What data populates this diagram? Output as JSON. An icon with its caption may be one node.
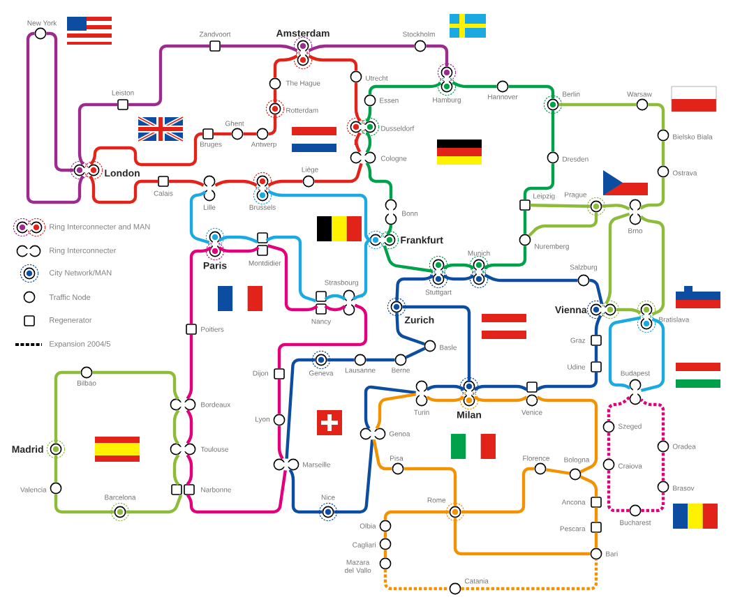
{
  "diagram": {
    "nodes": [
      {
        "text": [
          "New York"
        ]
      },
      {
        "text": [
          "Leiston"
        ]
      },
      {
        "text": [
          "Zandvoort"
        ]
      },
      {
        "text": [
          "Amsterdam"
        ]
      },
      {
        "text": [
          "Stockholm"
        ]
      },
      {
        "text": [
          "Hamburg"
        ]
      },
      {
        "text": [
          "London"
        ]
      },
      {
        "text": [
          "Calais"
        ]
      },
      {
        "text": [
          "Bruges"
        ]
      },
      {
        "text": [
          "Ghent"
        ]
      },
      {
        "text": [
          "Antwerp"
        ]
      },
      {
        "text": [
          "Rotterdam"
        ]
      },
      {
        "text": [
          "The Hague"
        ]
      },
      {
        "text": [
          "Utrecht"
        ]
      },
      {
        "text": [
          "Essen"
        ]
      },
      {
        "text": [
          "Dusseldorf"
        ]
      },
      {
        "text": [
          "Cologne"
        ]
      },
      {
        "text": [
          "Liège"
        ]
      },
      {
        "text": [
          "Brussels"
        ]
      },
      {
        "text": [
          "Lille"
        ]
      },
      {
        "text": [
          "Bonn"
        ]
      },
      {
        "text": [
          "Frankfurt"
        ]
      },
      {
        "text": [
          "Paris"
        ]
      },
      {
        "text": [
          "Montdidier"
        ]
      },
      {
        "text": [
          "Strasbourg"
        ]
      },
      {
        "text": [
          "Nancy"
        ]
      },
      {
        "text": [
          "Hannover"
        ]
      },
      {
        "text": [
          "Berlin"
        ]
      },
      {
        "text": [
          "Warsaw"
        ]
      },
      {
        "text": [
          "Bielsko Biala"
        ]
      },
      {
        "text": [
          "Ostrava"
        ]
      },
      {
        "text": [
          "Dresden"
        ]
      },
      {
        "text": [
          "Leipzig"
        ]
      },
      {
        "text": [
          "Prague"
        ]
      },
      {
        "text": [
          "Brno"
        ]
      },
      {
        "text": [
          "Nuremberg"
        ]
      },
      {
        "text": [
          "Munich"
        ]
      },
      {
        "text": [
          "Stuttgart"
        ]
      },
      {
        "text": [
          "Salzburg"
        ]
      },
      {
        "text": [
          "Vienna"
        ]
      },
      {
        "text": [
          "Bratislava"
        ]
      },
      {
        "text": [
          "Zurich"
        ]
      },
      {
        "text": [
          "Basle"
        ]
      },
      {
        "text": [
          "Berne"
        ]
      },
      {
        "text": [
          "Lausanne"
        ]
      },
      {
        "text": [
          "Geneva"
        ]
      },
      {
        "text": [
          "Graz"
        ]
      },
      {
        "text": [
          "Udine"
        ]
      },
      {
        "text": [
          "Budapest"
        ]
      },
      {
        "text": [
          "Turin"
        ]
      },
      {
        "text": [
          "Milan"
        ]
      },
      {
        "text": [
          "Venice"
        ]
      },
      {
        "text": [
          "Dijon"
        ]
      },
      {
        "text": [
          "Lyon"
        ]
      },
      {
        "text": [
          "Marseille"
        ]
      },
      {
        "text": [
          "Nice"
        ]
      },
      {
        "text": [
          "Poitiers"
        ]
      },
      {
        "text": [
          "Bordeaux"
        ]
      },
      {
        "text": [
          "Toulouse"
        ]
      },
      {
        "text": [
          "Narbonne"
        ]
      },
      {
        "text": [
          "Bilbao"
        ]
      },
      {
        "text": [
          "Madrid"
        ]
      },
      {
        "text": [
          "Valencia"
        ]
      },
      {
        "text": [
          "Barcelona"
        ]
      },
      {
        "text": [
          "Genoa"
        ]
      },
      {
        "text": [
          "Pisa"
        ]
      },
      {
        "text": [
          "Rome"
        ]
      },
      {
        "text": [
          "Florence"
        ]
      },
      {
        "text": [
          "Bologna"
        ]
      },
      {
        "text": [
          "Ancona"
        ]
      },
      {
        "text": [
          "Pescara"
        ]
      },
      {
        "text": [
          "Bari"
        ]
      },
      {
        "text": [
          "Olbia"
        ]
      },
      {
        "text": [
          "Cagliari"
        ]
      },
      {
        "text": [
          "Mazara del Vallo"
        ]
      },
      {
        "text": [
          "Catania"
        ]
      },
      {
        "text": [
          "Szeged"
        ]
      },
      {
        "text": [
          "Oradea"
        ]
      },
      {
        "text": [
          "Craiova"
        ]
      },
      {
        "text": [
          "Brasov"
        ]
      },
      {
        "text": [
          "Bucharest"
        ]
      }
    ],
    "edges": [
      {
        "from": 0,
        "to": 6,
        "arrow": "none",
        "color": "#9c2b8e"
      },
      {
        "from": 0,
        "to": 6,
        "arrow": "none",
        "color": "#9c2b8e"
      },
      {
        "from": 6,
        "to": 1,
        "arrow": "none",
        "color": "#9c2b8e"
      },
      {
        "from": 1,
        "to": 2,
        "arrow": "none",
        "color": "#9c2b8e"
      },
      {
        "from": 2,
        "to": 3,
        "arrow": "none",
        "color": "#9c2b8e"
      },
      {
        "from": 3,
        "to": 4,
        "arrow": "none",
        "color": "#9c2b8e"
      },
      {
        "from": 4,
        "to": 5,
        "arrow": "none",
        "color": "#9c2b8e"
      },
      {
        "from": 6,
        "to": 8,
        "arrow": "none",
        "color": "#e2231a"
      },
      {
        "from": 8,
        "to": 9,
        "arrow": "none",
        "color": "#e2231a"
      },
      {
        "from": 9,
        "to": 10,
        "arrow": "none",
        "color": "#e2231a"
      },
      {
        "from": 10,
        "to": 11,
        "arrow": "none",
        "color": "#e2231a"
      },
      {
        "from": 11,
        "to": 12,
        "arrow": "none",
        "color": "#e2231a"
      },
      {
        "from": 12,
        "to": 3,
        "arrow": "none",
        "color": "#e2231a"
      },
      {
        "from": 3,
        "to": 13,
        "arrow": "none",
        "color": "#e2231a"
      },
      {
        "from": 13,
        "to": 15,
        "arrow": "none",
        "color": "#e2231a"
      },
      {
        "from": 15,
        "to": 16,
        "arrow": "none",
        "color": "#e2231a"
      },
      {
        "from": 16,
        "to": 17,
        "arrow": "none",
        "color": "#e2231a"
      },
      {
        "from": 17,
        "to": 18,
        "arrow": "none",
        "color": "#e2231a"
      },
      {
        "from": 18,
        "to": 19,
        "arrow": "none",
        "color": "#e2231a"
      },
      {
        "from": 19,
        "to": 7,
        "arrow": "none",
        "color": "#e2231a"
      },
      {
        "from": 7,
        "to": 6,
        "arrow": "none",
        "color": "#e2231a"
      },
      {
        "from": 18,
        "to": 21,
        "arrow": "none",
        "color": "#1ba9e1"
      },
      {
        "from": 21,
        "to": 24,
        "arrow": "none",
        "color": "#1ba9e1"
      },
      {
        "from": 24,
        "to": 25,
        "arrow": "none",
        "color": "#1ba9e1"
      },
      {
        "from": 25,
        "to": 23,
        "arrow": "none",
        "color": "#1ba9e1"
      },
      {
        "from": 23,
        "to": 22,
        "arrow": "none",
        "color": "#1ba9e1"
      },
      {
        "from": 22,
        "to": 19,
        "arrow": "none",
        "color": "#1ba9e1"
      },
      {
        "from": 22,
        "to": 23,
        "arrow": "none",
        "color": "#e4007d"
      },
      {
        "from": 23,
        "to": 25,
        "arrow": "none",
        "color": "#e4007d"
      },
      {
        "from": 25,
        "to": 24,
        "arrow": "none",
        "color": "#e4007d"
      },
      {
        "from": 24,
        "to": 52,
        "arrow": "none",
        "color": "#e4007d"
      },
      {
        "from": 52,
        "to": 53,
        "arrow": "none",
        "color": "#e4007d"
      },
      {
        "from": 53,
        "to": 54,
        "arrow": "none",
        "color": "#e4007d"
      },
      {
        "from": 54,
        "to": 59,
        "arrow": "none",
        "color": "#e4007d"
      },
      {
        "from": 59,
        "to": 58,
        "arrow": "none",
        "color": "#e4007d"
      },
      {
        "from": 58,
        "to": 57,
        "arrow": "none",
        "color": "#e4007d"
      },
      {
        "from": 57,
        "to": 56,
        "arrow": "none",
        "color": "#e4007d"
      },
      {
        "from": 56,
        "to": 22,
        "arrow": "none",
        "color": "#e4007d"
      },
      {
        "from": 60,
        "to": 57,
        "arrow": "none",
        "color": "#8dbb3a"
      },
      {
        "from": 57,
        "to": 58,
        "arrow": "none",
        "color": "#8dbb3a"
      },
      {
        "from": 58,
        "to": 59,
        "arrow": "none",
        "color": "#8dbb3a"
      },
      {
        "from": 59,
        "to": 63,
        "arrow": "none",
        "color": "#8dbb3a"
      },
      {
        "from": 63,
        "to": 62,
        "arrow": "none",
        "color": "#8dbb3a"
      },
      {
        "from": 62,
        "to": 61,
        "arrow": "none",
        "color": "#8dbb3a"
      },
      {
        "from": 61,
        "to": 60,
        "arrow": "none",
        "color": "#8dbb3a"
      },
      {
        "from": 5,
        "to": 26,
        "arrow": "none",
        "color": "#00a14b"
      },
      {
        "from": 26,
        "to": 27,
        "arrow": "none",
        "color": "#00a14b"
      },
      {
        "from": 27,
        "to": 31,
        "arrow": "none",
        "color": "#00a14b"
      },
      {
        "from": 31,
        "to": 32,
        "arrow": "none",
        "color": "#00a14b"
      },
      {
        "from": 32,
        "to": 35,
        "arrow": "none",
        "color": "#00a14b"
      },
      {
        "from": 35,
        "to": 36,
        "arrow": "none",
        "color": "#00a14b"
      },
      {
        "from": 36,
        "to": 37,
        "arrow": "none",
        "color": "#00a14b"
      },
      {
        "from": 37,
        "to": 21,
        "arrow": "none",
        "color": "#00a14b"
      },
      {
        "from": 21,
        "to": 20,
        "arrow": "none",
        "color": "#00a14b"
      },
      {
        "from": 20,
        "to": 16,
        "arrow": "none",
        "color": "#00a14b"
      },
      {
        "from": 16,
        "to": 15,
        "arrow": "none",
        "color": "#00a14b"
      },
      {
        "from": 15,
        "to": 14,
        "arrow": "none",
        "color": "#00a14b"
      },
      {
        "from": 14,
        "to": 5,
        "arrow": "none",
        "color": "#00a14b"
      },
      {
        "from": 27,
        "to": 28,
        "arrow": "none",
        "color": "#8dbb3a"
      },
      {
        "from": 28,
        "to": 29,
        "arrow": "none",
        "color": "#8dbb3a"
      },
      {
        "from": 29,
        "to": 30,
        "arrow": "none",
        "color": "#8dbb3a"
      },
      {
        "from": 30,
        "to": 34,
        "arrow": "none",
        "color": "#8dbb3a"
      },
      {
        "from": 34,
        "to": 33,
        "arrow": "none",
        "color": "#8dbb3a"
      },
      {
        "from": 33,
        "to": 32,
        "arrow": "none",
        "color": "#8dbb3a"
      },
      {
        "from": 33,
        "to": 35,
        "arrow": "none",
        "color": "#8dbb3a"
      },
      {
        "from": 34,
        "to": 39,
        "arrow": "none",
        "color": "#8dbb3a"
      },
      {
        "from": 39,
        "to": 40,
        "arrow": "none",
        "color": "#8dbb3a"
      },
      {
        "from": 40,
        "to": 34,
        "arrow": "none",
        "color": "#8dbb3a"
      },
      {
        "from": 40,
        "to": 48,
        "arrow": "none",
        "color": "#1ba9e1"
      },
      {
        "from": 48,
        "to": 40,
        "arrow": "none",
        "color": "#1ba9e1"
      },
      {
        "from": 37,
        "to": 36,
        "arrow": "none",
        "color": "#0c4da2"
      },
      {
        "from": 36,
        "to": 38,
        "arrow": "none",
        "color": "#0c4da2"
      },
      {
        "from": 38,
        "to": 39,
        "arrow": "none",
        "color": "#0c4da2"
      },
      {
        "from": 39,
        "to": 46,
        "arrow": "none",
        "color": "#0c4da2"
      },
      {
        "from": 46,
        "to": 47,
        "arrow": "none",
        "color": "#0c4da2"
      },
      {
        "from": 47,
        "to": 51,
        "arrow": "none",
        "color": "#0c4da2"
      },
      {
        "from": 51,
        "to": 50,
        "arrow": "none",
        "color": "#0c4da2"
      },
      {
        "from": 50,
        "to": 49,
        "arrow": "none",
        "color": "#0c4da2"
      },
      {
        "from": 49,
        "to": 64,
        "arrow": "none",
        "color": "#0c4da2"
      },
      {
        "from": 64,
        "to": 55,
        "arrow": "none",
        "color": "#0c4da2"
      },
      {
        "from": 55,
        "to": 54,
        "arrow": "none",
        "color": "#0c4da2"
      },
      {
        "from": 54,
        "to": 45,
        "arrow": "none",
        "color": "#0c4da2"
      },
      {
        "from": 45,
        "to": 44,
        "arrow": "none",
        "color": "#0c4da2"
      },
      {
        "from": 44,
        "to": 43,
        "arrow": "none",
        "color": "#0c4da2"
      },
      {
        "from": 43,
        "to": 42,
        "arrow": "none",
        "color": "#0c4da2"
      },
      {
        "from": 42,
        "to": 41,
        "arrow": "none",
        "color": "#0c4da2"
      },
      {
        "from": 41,
        "to": 37,
        "arrow": "none",
        "color": "#0c4da2"
      },
      {
        "from": 41,
        "to": 50,
        "arrow": "none",
        "color": "#0c4da2"
      },
      {
        "from": 50,
        "to": 49,
        "arrow": "none",
        "color": "#f39200"
      },
      {
        "from": 49,
        "to": 64,
        "arrow": "none",
        "color": "#f39200"
      },
      {
        "from": 64,
        "to": 65,
        "arrow": "none",
        "color": "#f39200"
      },
      {
        "from": 65,
        "to": 66,
        "arrow": "none",
        "color": "#f39200"
      },
      {
        "from": 66,
        "to": 67,
        "arrow": "none",
        "color": "#f39200"
      },
      {
        "from": 67,
        "to": 68,
        "arrow": "none",
        "color": "#f39200"
      },
      {
        "from": 51,
        "to": 68,
        "arrow": "none",
        "color": "#f39200"
      },
      {
        "from": 68,
        "to": 69,
        "arrow": "none",
        "color": "#f39200"
      },
      {
        "from": 69,
        "to": 70,
        "arrow": "none",
        "color": "#f39200"
      },
      {
        "from": 70,
        "to": 71,
        "arrow": "none",
        "color": "#f39200"
      },
      {
        "from": 71,
        "to": 66,
        "arrow": "none",
        "color": "#f39200"
      },
      {
        "from": 66,
        "to": 72,
        "arrow": "none",
        "color": "#f39200"
      },
      {
        "from": 72,
        "to": 73,
        "arrow": "none",
        "color": "#f39200"
      },
      {
        "from": 73,
        "to": 74,
        "arrow": "none",
        "color": "#f39200"
      },
      {
        "from": 74,
        "to": 75,
        "arrow": "none",
        "color": "#f39200",
        "style": "dashed"
      },
      {
        "from": 75,
        "to": 71,
        "arrow": "none",
        "color": "#f39200",
        "style": "dashed"
      },
      {
        "from": 50,
        "to": 51,
        "arrow": "none",
        "color": "#f39200"
      },
      {
        "from": 48,
        "to": 76,
        "arrow": "none",
        "color": "#e4007d",
        "style": "dashed"
      },
      {
        "from": 76,
        "to": 78,
        "arrow": "none",
        "color": "#e4007d",
        "style": "dashed"
      },
      {
        "from": 78,
        "to": 80,
        "arrow": "none",
        "color": "#e4007d",
        "style": "dashed"
      },
      {
        "from": 80,
        "to": 79,
        "arrow": "none",
        "color": "#e4007d",
        "style": "dashed"
      },
      {
        "from": 79,
        "to": 77,
        "arrow": "none",
        "color": "#e4007d",
        "style": "dashed"
      },
      {
        "from": 77,
        "to": 48,
        "arrow": "none",
        "color": "#e4007d",
        "style": "dashed"
      }
    ],
    "legend": [
      {
        "text": "Ring Interconnecter and MAN"
      },
      {
        "text": "Ring Interconnecter"
      },
      {
        "text": "City Network/MAN"
      },
      {
        "text": "Traffic Node"
      },
      {
        "text": "Regenerator"
      },
      {
        "text": "Expansion 2004/5"
      }
    ]
  }
}
